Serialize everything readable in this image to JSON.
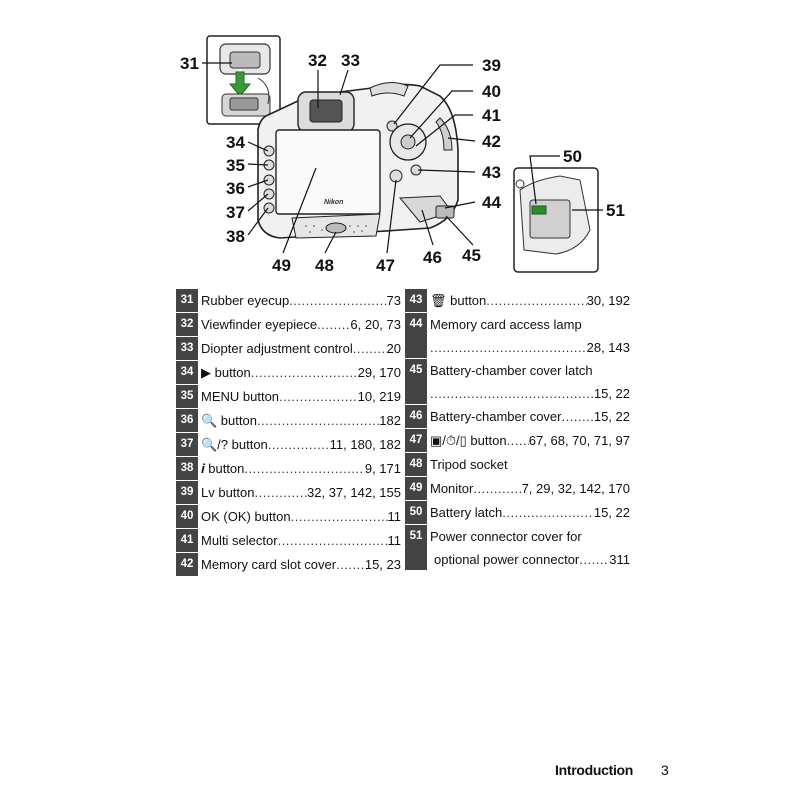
{
  "callouts": {
    "c31": "31",
    "c32": "32",
    "c33": "33",
    "c34": "34",
    "c35": "35",
    "c36": "36",
    "c37": "37",
    "c38": "38",
    "c39": "39",
    "c40": "40",
    "c41": "41",
    "c42": "42",
    "c43": "43",
    "c44": "44",
    "c45": "45",
    "c46": "46",
    "c47": "47",
    "c48": "48",
    "c49": "49",
    "c50": "50",
    "c51": "51"
  },
  "brand_logo": "Nikon",
  "parts_left": [
    {
      "num": "31",
      "name": "Rubber eyecup ",
      "pages": " 73"
    },
    {
      "num": "32",
      "name": "Viewfinder eyepiece",
      "pages": " 6, 20, 73"
    },
    {
      "num": "33",
      "name": "Diopter adjustment control ",
      "pages": " 20"
    },
    {
      "num": "34",
      "name": "▶ button",
      "pages": " 29, 170"
    },
    {
      "num": "35",
      "name": "MENU button ",
      "pages": " 10, 219"
    },
    {
      "num": "36",
      "name": "🔍 button ",
      "pages": " 182"
    },
    {
      "num": "37",
      "name": "🔍/? button ",
      "pages": " 11, 180, 182"
    },
    {
      "num": "38",
      "name": "𝒊 button",
      "pages": "9, 171"
    },
    {
      "num": "39",
      "name": "Lv button",
      "pages": "32, 37, 142, 155"
    },
    {
      "num": "40",
      "name": "OK (OK) button",
      "pages": " 11"
    },
    {
      "num": "41",
      "name": "Multi selector ",
      "pages": " 11"
    },
    {
      "num": "42",
      "name": "Memory card slot cover",
      "pages": "15, 23"
    }
  ],
  "parts_right": [
    {
      "num": "43",
      "name": "🗑 button ",
      "pages": " 30, 192"
    },
    {
      "num": "44",
      "line1": "Memory card access lamp",
      "line2": "",
      "pages": " 28, 143"
    },
    {
      "num": "45",
      "line1": "Battery-chamber cover latch",
      "line2": "",
      "pages": "15, 22"
    },
    {
      "num": "46",
      "name": "Battery-chamber cover ",
      "pages": "15, 22"
    },
    {
      "num": "47",
      "name": "▣/⏱/▯ button",
      "pages": "67, 68, 70, 71, 97"
    },
    {
      "num": "48",
      "name": "Tripod socket",
      "pages": ""
    },
    {
      "num": "49",
      "name": "Monitor ",
      "pages": "7, 29, 32, 142, 170"
    },
    {
      "num": "50",
      "name": "Battery latch",
      "pages": "15, 22"
    },
    {
      "num": "51",
      "line1": "Power connector cover for",
      "line2": "optional power connector ",
      "pages": " 311"
    }
  ],
  "footer": {
    "section": "Introduction",
    "page": "3"
  }
}
